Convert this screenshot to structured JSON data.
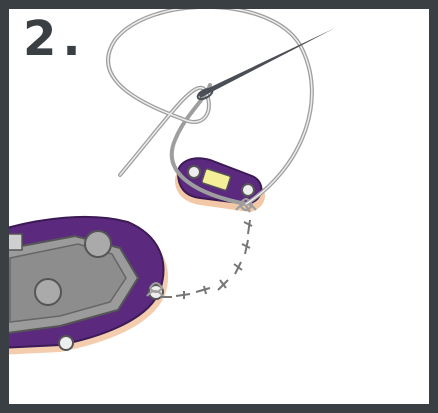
{
  "step": {
    "label": "2."
  },
  "colors": {
    "frame": "#3a3f44",
    "board": "#5b2a7e",
    "board_edge": "#3b1a55",
    "shadow": "#f3c8a6",
    "battery": "#9b9b9b",
    "thread": "#9e9e9e",
    "led": "#f5ef9a"
  },
  "icons": {
    "needle": "needle-icon",
    "thread": "thread-icon",
    "battery_holder": "battery-holder-board",
    "led_board": "led-sequin-board",
    "stitches": "stitch-path"
  }
}
